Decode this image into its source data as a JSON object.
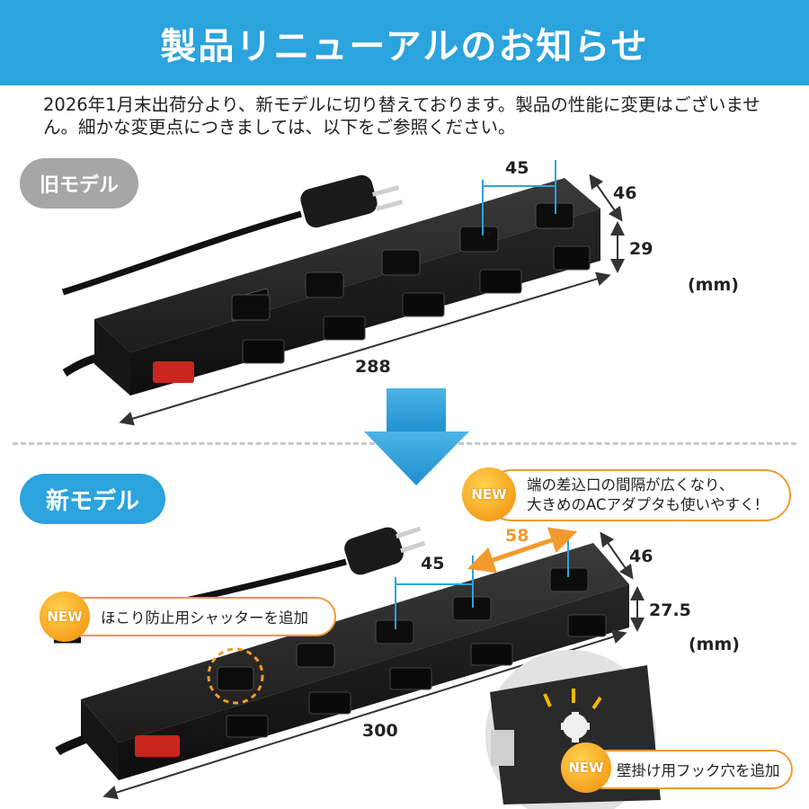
{
  "header": {
    "title": "製品リニューアルのお知らせ"
  },
  "intro": {
    "text": "2026年1月末出荷分より、新モデルに切り替えております。製品の性能に変更はございません。細かな変更点につきましては、以下をご参照ください。"
  },
  "old_model": {
    "label": "旧モデル",
    "dims": {
      "spacing": "45",
      "width": "46",
      "height": "29",
      "length": "288",
      "unit": "(mm)"
    }
  },
  "new_model": {
    "label": "新モデル",
    "dims": {
      "end_spacing": "58",
      "spacing": "45",
      "width": "46",
      "height": "27.5",
      "length": "300",
      "unit": "(mm)"
    },
    "callouts": [
      {
        "badge": "NEW",
        "line1": "端の差込口の間隔が広くなり、",
        "line2": "大きめのACアダプタも使いやすく!"
      },
      {
        "badge": "NEW",
        "line1": "ほこり防止用シャッターを追加"
      },
      {
        "badge": "NEW",
        "line1": "壁掛け用フック穴を追加"
      }
    ]
  },
  "colors": {
    "accent": "#2ba3dd",
    "highlight": "#f39a2e",
    "old_label": "#a6a6a6"
  }
}
